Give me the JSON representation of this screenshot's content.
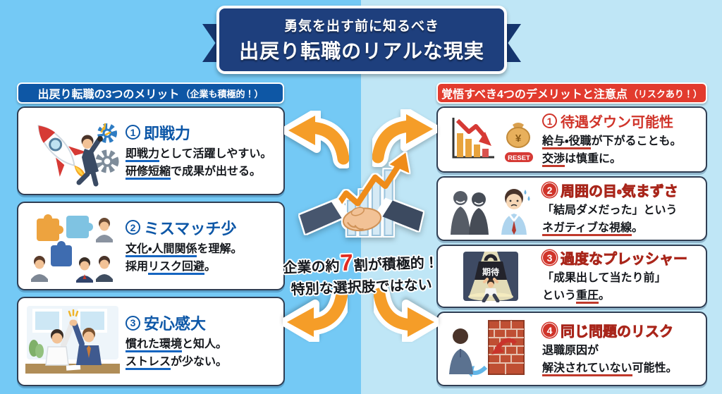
{
  "banner": {
    "line1": "勇気を出す前に知るべき",
    "line2": "出戻り転職のリアルな現実"
  },
  "left_column": {
    "header": "出戻り転職の3つのメリット",
    "header_note": "（企業も積極的！）",
    "cards": [
      {
        "number": "1",
        "title": "即戦力",
        "icon": "rocket-man-gears",
        "lines": [
          [
            {
              "t": "即戦力",
              "u": true
            },
            {
              "t": "として活躍しやすい。",
              "u": false
            }
          ],
          [
            {
              "t": "研修短縮",
              "u": true
            },
            {
              "t": "で成果が出せる。",
              "u": false
            }
          ]
        ]
      },
      {
        "number": "2",
        "title": "ミスマッチ少",
        "icon": "puzzle-team",
        "lines": [
          [
            {
              "t": "文化・人間関係",
              "u": true
            },
            {
              "t": "を理解。",
              "u": false
            }
          ],
          [
            {
              "t": "採用",
              "u": false
            },
            {
              "t": "リスク回避",
              "u": true
            },
            {
              "t": "。",
              "u": false
            }
          ]
        ]
      },
      {
        "number": "3",
        "title": "安心感大",
        "icon": "high-five-office",
        "lines": [
          [
            {
              "t": "慣れた環境",
              "u": true
            },
            {
              "t": "と知人。",
              "u": false
            }
          ],
          [
            {
              "t": "ストレス",
              "u": true
            },
            {
              "t": "が少ない。",
              "u": false
            }
          ]
        ]
      }
    ]
  },
  "right_column": {
    "header": "覚悟すべき4つのデメリットと注意点",
    "header_note": "（リスクあり！）",
    "cards": [
      {
        "number": "1",
        "title": "待遇ダウン可能性",
        "icon": "declining-chart-money-reset",
        "reset_label": "RESET",
        "money_symbol": "¥",
        "lines": [
          [
            {
              "t": "給与・役職",
              "u": true
            },
            {
              "t": "が下がることも。",
              "u": false
            }
          ],
          [
            {
              "t": "交渉",
              "u": true
            },
            {
              "t": "は慎重に。",
              "u": false
            }
          ]
        ]
      },
      {
        "number": "2",
        "title": "周囲の目・気まずさ",
        "icon": "gossip-awkward-glances",
        "lines": [
          [
            {
              "t": "「結局ダメだった」という",
              "u": false
            }
          ],
          [
            {
              "t": "ネガティブな視線",
              "u": true
            },
            {
              "t": "。",
              "u": false
            }
          ]
        ]
      },
      {
        "number": "3",
        "title": "過度なプレッシャー",
        "icon": "expectation-weight-spotlight",
        "weight_label": "期待",
        "lines": [
          [
            {
              "t": "「成果出して当たり前」",
              "u": false
            }
          ],
          [
            {
              "t": "という",
              "u": false
            },
            {
              "t": "重圧",
              "u": true
            },
            {
              "t": "。",
              "u": false
            }
          ]
        ]
      },
      {
        "number": "4",
        "title": "同じ問題のリスク",
        "icon": "brick-wall-rebound",
        "lines": [
          [
            {
              "t": "退職原因が",
              "u": false
            }
          ],
          [
            {
              "t": "解決されていない",
              "u": true
            },
            {
              "t": "可能性。",
              "u": false
            }
          ]
        ]
      }
    ]
  },
  "center": {
    "stat_prefix": "企業の約",
    "stat_big": "7",
    "stat_mid": "割",
    "stat_suffix": "が積極的！",
    "line2": "特別な選択肢ではない"
  },
  "colors": {
    "left-accent": "#0d57a7",
    "right-accent": "#d0342a",
    "banner-bg": "#1e3f7d",
    "header-left-bg": "#0e57a5",
    "header-right-bg": "#e23b2e",
    "bg-left": "#74c9f5",
    "bg-right": "#bfe6f6",
    "arrow-orange": "#f59d28",
    "underline-blue": "#1565c0",
    "underline-red": "#c0392b"
  }
}
